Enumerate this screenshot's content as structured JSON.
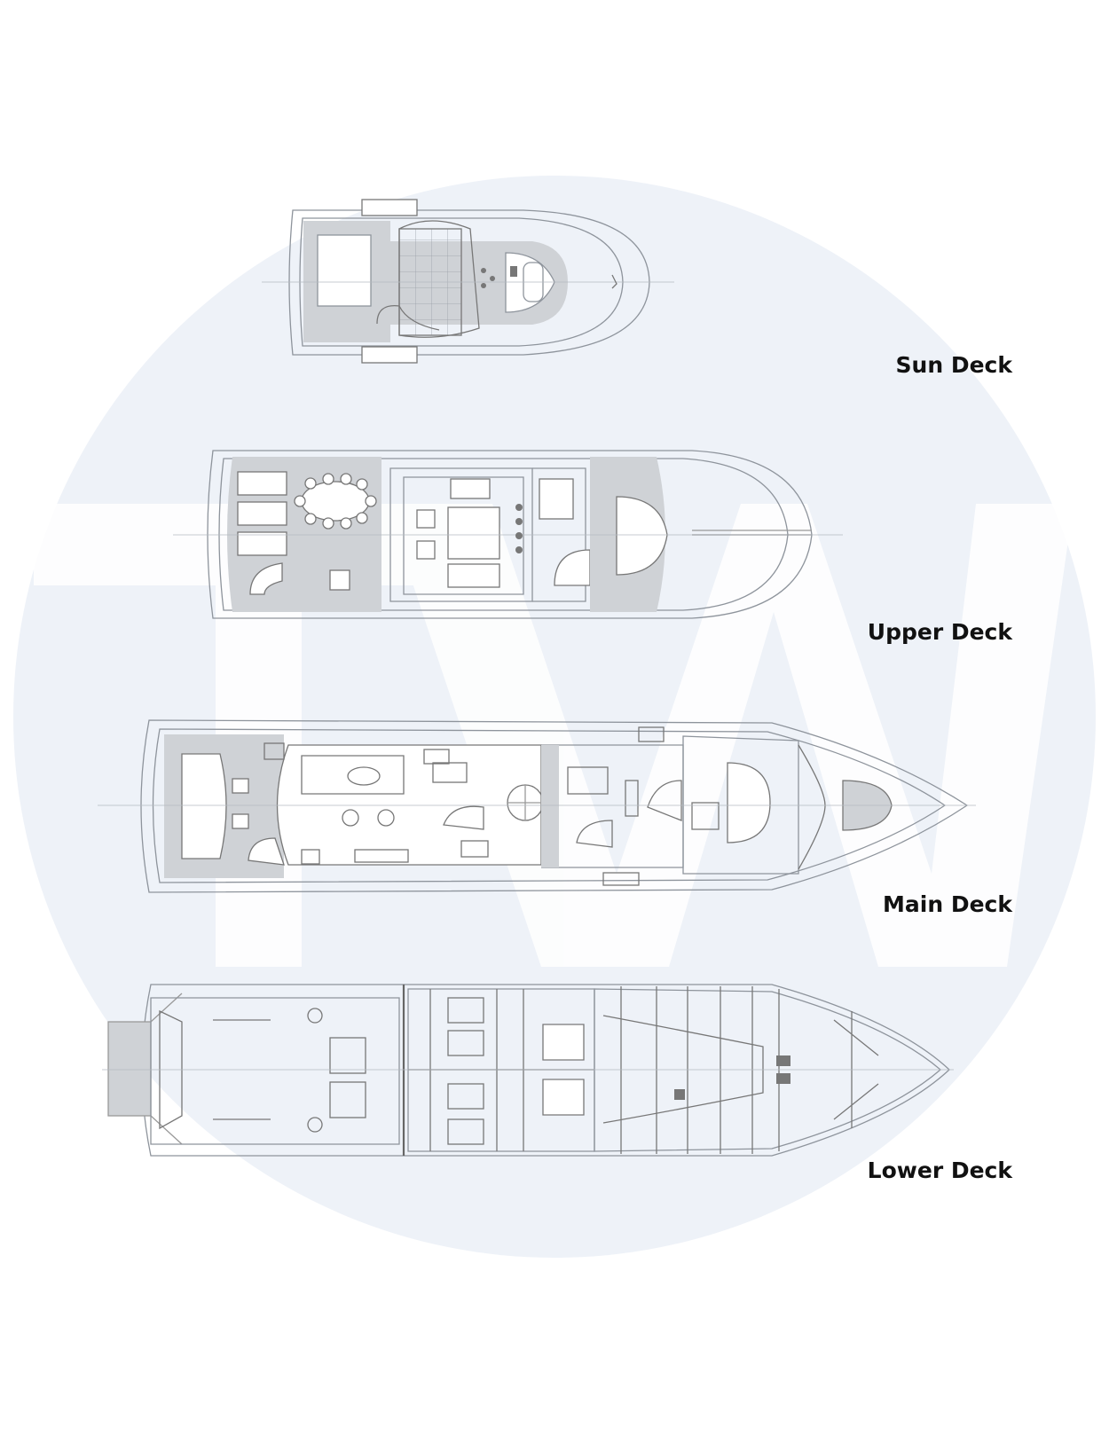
{
  "colors": {
    "watermark_circle": "#eef2f8",
    "watermark_letters": "#ffffff",
    "hull_line": "#8e949c",
    "fill_grey": "#cfd2d6",
    "label": "#111111"
  },
  "watermark": {
    "letters": "TW"
  },
  "decks": [
    {
      "id": "sun",
      "label": "Sun Deck"
    },
    {
      "id": "upper",
      "label": "Upper Deck"
    },
    {
      "id": "main",
      "label": "Main Deck"
    },
    {
      "id": "lower",
      "label": "Lower Deck"
    }
  ]
}
